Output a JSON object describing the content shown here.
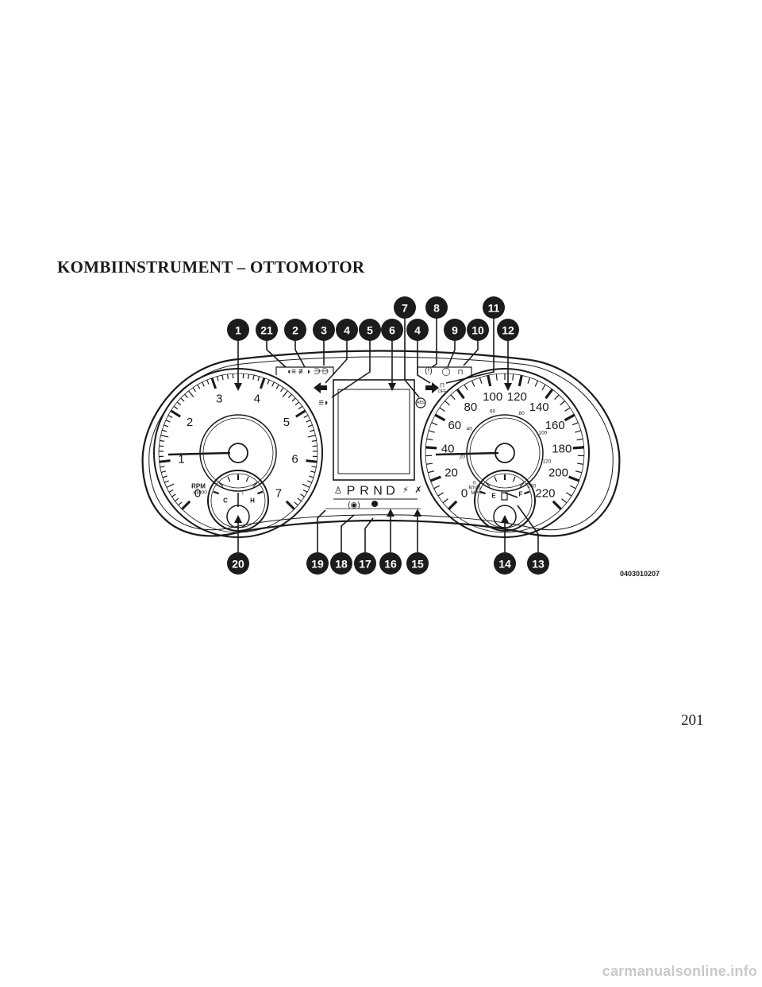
{
  "title": "KOMBIINSTRUMENT – OTTOMOTOR",
  "page_number": "201",
  "footer": "carmanualsonline.info",
  "image_code": "0403010207",
  "tachometer": {
    "numbers": [
      "0",
      "1",
      "2",
      "3",
      "4",
      "5",
      "6",
      "7"
    ],
    "unit": "RPM",
    "multiplier": "x1000"
  },
  "speedometer": {
    "kmh_numbers": [
      "0",
      "20",
      "40",
      "60",
      "80",
      "100",
      "120",
      "140",
      "160",
      "180",
      "200",
      "220"
    ],
    "mph_numbers": [
      "0",
      "20",
      "40",
      "60",
      "80",
      "100",
      "120",
      "140"
    ],
    "unit_primary": "km/h",
    "unit_secondary": "MPH"
  },
  "temp_gauge": {
    "low": "C",
    "high": "H"
  },
  "fuel_gauge": {
    "low": "E",
    "high": "F"
  },
  "gear_selector": [
    "P",
    "R",
    "N",
    "D"
  ],
  "indicator_text": {
    "abs": "ABS",
    "traction_off": "OFF"
  },
  "callouts_top": [
    "1",
    "21",
    "2",
    "3",
    "4",
    "5",
    "6",
    "7",
    "4",
    "8",
    "9",
    "10",
    "11",
    "12"
  ],
  "callouts_bottom": [
    "20",
    "19",
    "18",
    "17",
    "16",
    "15",
    "14",
    "13"
  ]
}
